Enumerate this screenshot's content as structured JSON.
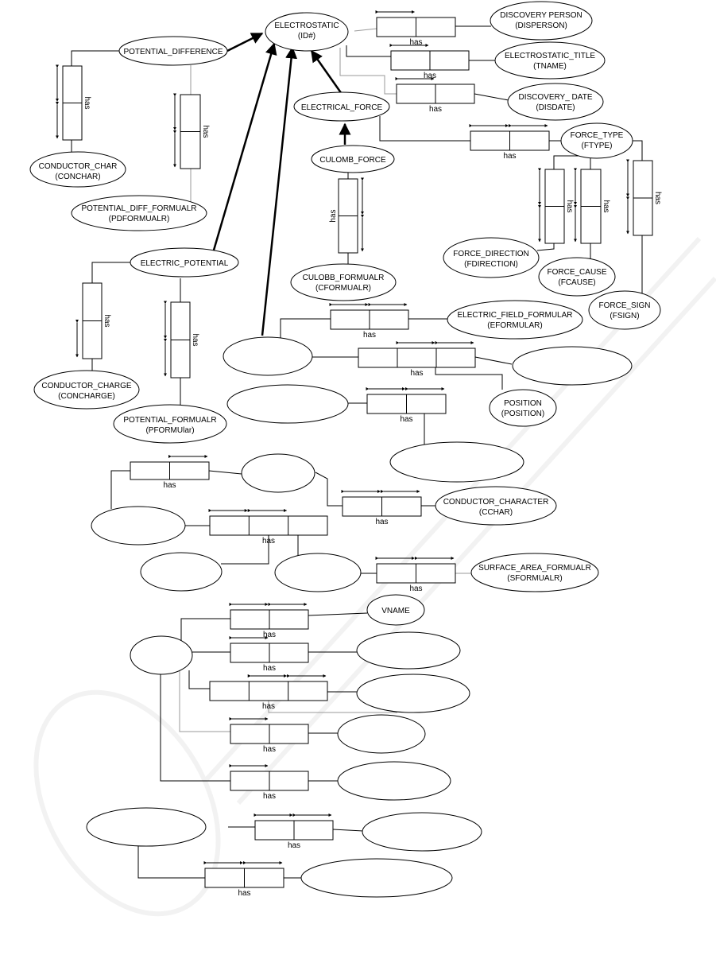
{
  "entities": [
    {
      "name": "ELECTROSTATIC",
      "key": "(ID#)"
    },
    {
      "name": "POTENTIAL_DIFFERENCE",
      "key": ""
    },
    {
      "name": "ELECTRICAL_FORCE",
      "key": ""
    },
    {
      "name": "CULOMB_FORCE",
      "key": ""
    },
    {
      "name": "ELECTRIC_POTENTIAL",
      "key": ""
    }
  ],
  "attributes": [
    {
      "name": "DISCOVERY PERSON",
      "key": "(DISPERSON)"
    },
    {
      "name": "ELECTROSTATIC_TITLE",
      "key": "(TNAME)"
    },
    {
      "name": "DISCOVERY_ DATE",
      "key": "(DISDATE)"
    },
    {
      "name": "FORCE_TYPE",
      "key": "(FTYPE)"
    },
    {
      "name": "CONDUCTOR_CHAR",
      "key": "(CONCHAR)"
    },
    {
      "name": "POTENTIAL_DIFF_FORMUALR",
      "key": "(PDFORMUALR)"
    },
    {
      "name": "FORCE_DIRECTION",
      "key": "(FDIRECTION)"
    },
    {
      "name": "FORCE_CAUSE",
      "key": "(FCAUSE)"
    },
    {
      "name": "FORCE_SIGN",
      "key": "(FSIGN)"
    },
    {
      "name": "CULOBB_FORMUALR",
      "key": "(CFORMUALR)"
    },
    {
      "name": "ELECTRIC_FIELD_FORMULAR",
      "key": "(EFORMULAR)"
    },
    {
      "name": "CONDUCTOR_CHARGE",
      "key": "(CONCHARGE)"
    },
    {
      "name": "POTENTIAL_FORMUALR",
      "key": "(PFORMUlar)"
    },
    {
      "name": "POSITION",
      "key": "(POSITION)"
    },
    {
      "name": "CONDUCTOR_CHARACTER",
      "key": "(CCHAR)"
    },
    {
      "name": "SURFACE_AREA_FORMUALR",
      "key": "(SFORMUALR)"
    },
    {
      "name": "VNAME",
      "key": ""
    }
  ],
  "relationship_label": "has"
}
